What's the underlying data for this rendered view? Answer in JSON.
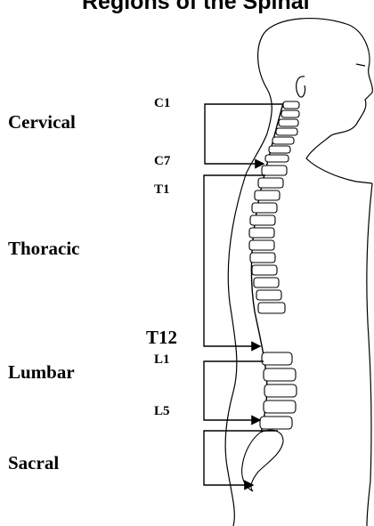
{
  "title": "Regions of the Spinal",
  "regions": {
    "cervical": "Cervical",
    "thoracic": "Thoracic",
    "lumbar": "Lumbar",
    "sacral": "Sacral"
  },
  "vertebrae": {
    "c1": "C1",
    "c7": "C7",
    "t1": "T1",
    "t12": "T12",
    "l1": "L1",
    "l5": "L5"
  }
}
